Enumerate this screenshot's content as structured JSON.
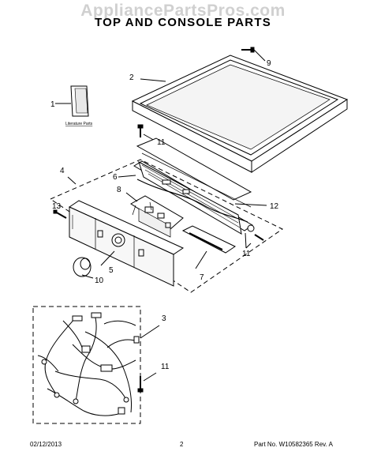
{
  "watermark": "AppliancePartsPros.com",
  "title": "TOP AND CONSOLE PARTS",
  "literature_label": "Literature Parts",
  "callouts": {
    "c1": "1",
    "c2": "2",
    "c3": "3",
    "c4": "4",
    "c5": "5",
    "c6": "6",
    "c7": "7",
    "c8": "8",
    "c9": "9",
    "c10": "10",
    "c11a": "11",
    "c11b": "11",
    "c11c": "11",
    "c12": "12",
    "c13": "13"
  },
  "footer": {
    "date": "02/12/2013",
    "page": "2",
    "part_number": "Part No. W10582365  Rev. A"
  }
}
